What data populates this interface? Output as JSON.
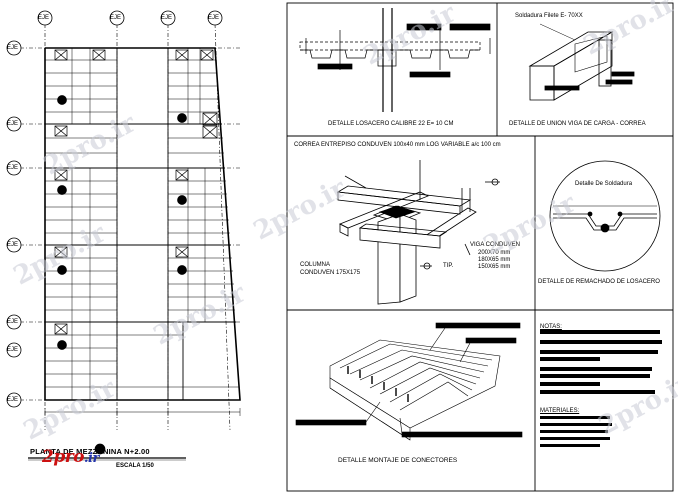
{
  "axes": {
    "top": [
      "EJE",
      "EJE",
      "EJE",
      "EJE"
    ],
    "left": [
      "EJE",
      "EJE",
      "EJE",
      "EJE",
      "EJE",
      "EJE",
      "EJE"
    ]
  },
  "plan": {
    "title": "PLANTA DE MEZZANINA N+2.00",
    "scale": "ESCALA 1/50"
  },
  "details": {
    "losacero": "DETALLE LOSACERO CALIBRE 22 E= 10 CM",
    "union": "DETALLE DE UNION VIGA DE CARGA - CORREA",
    "union_callout": "Soldadura Filete E- 70XX",
    "correa_note": "CORREA ENTREPISO CONDUVEN 100x40 mm LOG VARIABLE a/c 100 cm",
    "viga_title": "VIGA CONDUVEN",
    "viga_sizes": [
      "200X70 mm",
      "180X65 mm",
      "150X65 mm"
    ],
    "columna": [
      "COLUMNA",
      "CONDUVEN 175X175"
    ],
    "tip": "TIP.",
    "soldadura": "Detalle De Soldadura",
    "remachado": "DETALLE DE REMACHADO DE LOSACERO",
    "montaje": "DETALLE MONTAJE DE CONECTORES"
  },
  "notes": {
    "notas": "NOTAS:",
    "materiales": "MATERIALES:"
  },
  "watermark": "2pro.ir",
  "logo": {
    "main": "2pro",
    "suffix": ".ir"
  }
}
